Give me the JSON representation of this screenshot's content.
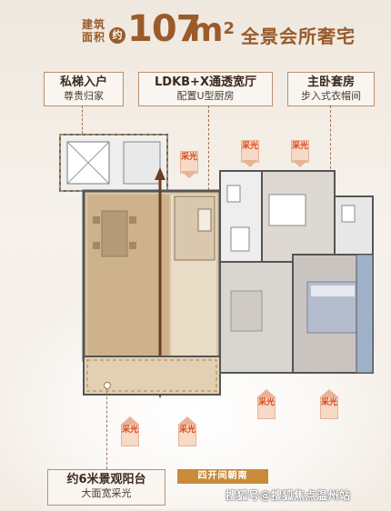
{
  "header": {
    "area_label_line1": "建筑",
    "area_label_line2": "面积",
    "approx_badge": "约",
    "area_number": "107",
    "area_unit": "m",
    "area_unit_sup": "2",
    "slogan": "全景会所奢宅"
  },
  "callouts": [
    {
      "title": "私梯入户",
      "subtitle": "尊贵归家"
    },
    {
      "title": "LDKB+X通透宽厅",
      "subtitle": "配置U型厨房"
    },
    {
      "title": "主卧套房",
      "subtitle": "步入式衣帽间"
    },
    {
      "title": "约6米景观阳台",
      "subtitle": "大面宽采光"
    }
  ],
  "light_label": "采光",
  "banner": "四开间朝南",
  "watermark": "搜狐号@搜狐焦点温州站",
  "colors": {
    "accent": "#9a5b2a",
    "light_marker": "#d9491f",
    "banner": "#c98b3a"
  }
}
